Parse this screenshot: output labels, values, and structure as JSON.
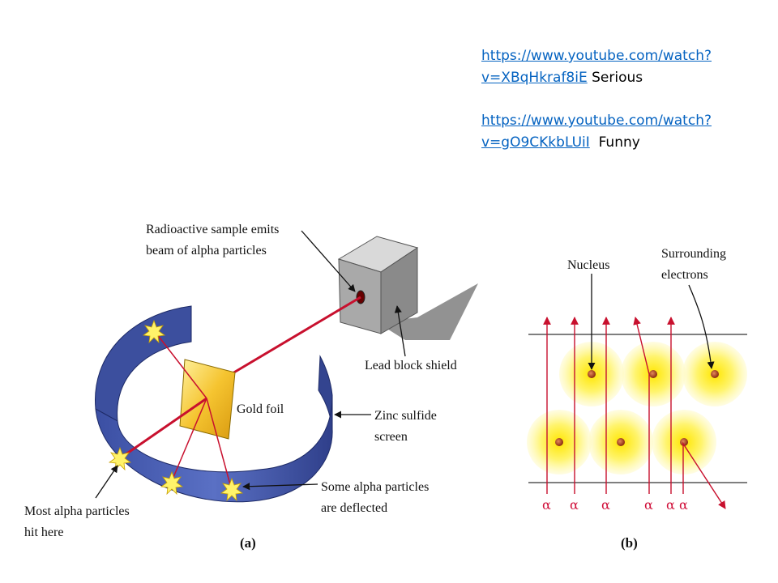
{
  "links": [
    {
      "url_line1": "https://www.youtube.com/watch?",
      "url_line2": "v=XBqHkraf8iE",
      "note": "Serious"
    },
    {
      "url_line1": "https://www.youtube.com/watch?",
      "url_line2": "v=gO9CKkbLUiI",
      "note": "Funny"
    }
  ],
  "panel_a": {
    "label_source_1": "Radioactive sample emits",
    "label_source_2": "beam of alpha particles",
    "label_lead": "Lead block shield",
    "label_gold": "Gold foil",
    "label_zinc_1": "Zinc sulfide",
    "label_zinc_2": "screen",
    "label_deflected_1": "Some alpha particles",
    "label_deflected_2": "are deflected",
    "label_most_1": "Most alpha particles",
    "label_most_2": "hit here",
    "caption": "(a)"
  },
  "panel_b": {
    "label_nucleus": "Nucleus",
    "label_electrons_1": "Surrounding",
    "label_electrons_2": "electrons",
    "alpha_symbol": "α",
    "caption": "(b)"
  },
  "colors": {
    "link": "#0563c1",
    "beam": "#c8102e",
    "screen": "#4a5fb0",
    "foil": "#f2c230",
    "cloud": "#fff36a"
  }
}
